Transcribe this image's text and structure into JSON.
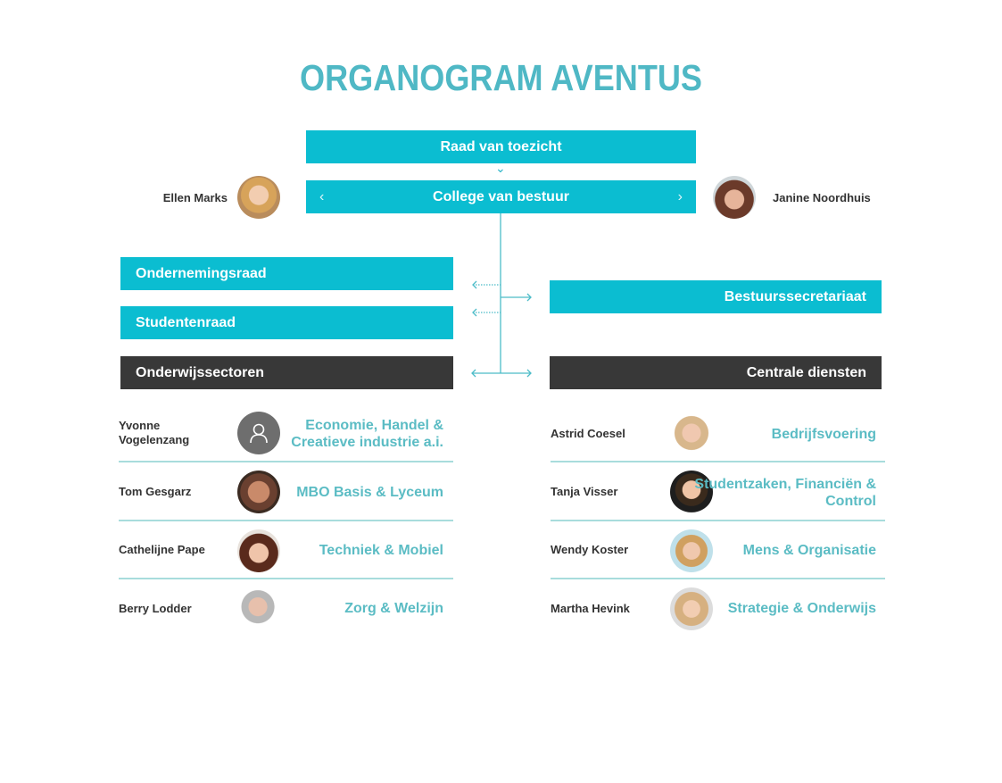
{
  "title": "ORGANOGRAM AVENTUS",
  "top": {
    "raad": "Raad van toezicht",
    "college": "College van bestuur",
    "prev_icon": "‹",
    "next_icon": "›",
    "chevron": "⌄",
    "left_person": "Ellen Marks",
    "right_person": "Janine Noordhuis"
  },
  "left_boxes": [
    "Ondernemingsraad",
    "Studentenraad",
    "Onderwijssectoren"
  ],
  "right_boxes": [
    "Bestuurssecretariaat",
    "Centrale diensten"
  ],
  "sectors": [
    {
      "name": "Yvonne Vogelenzang",
      "dept": "Economie, Handel & Creatieve industrie a.i."
    },
    {
      "name": "Tom Gesgarz",
      "dept": "MBO Basis & Lyceum"
    },
    {
      "name": "Cathelijne Pape",
      "dept": "Techniek & Mobiel"
    },
    {
      "name": "Berry Lodder",
      "dept": "Zorg & Welzijn"
    }
  ],
  "services": [
    {
      "name": "Astrid Coesel",
      "dept": "Bedrijfsvoering"
    },
    {
      "name": "Tanja Visser",
      "dept": "Studentzaken, Financiën & Control"
    },
    {
      "name": "Wendy Koster",
      "dept": "Mens & Organisatie"
    },
    {
      "name": "Martha Hevink",
      "dept": "Strategie & Onderwijs"
    }
  ],
  "colors": {
    "accent": "#0bbdd1",
    "title": "#4fb8c5",
    "dark": "#383838",
    "dept": "#5bbcc4"
  }
}
